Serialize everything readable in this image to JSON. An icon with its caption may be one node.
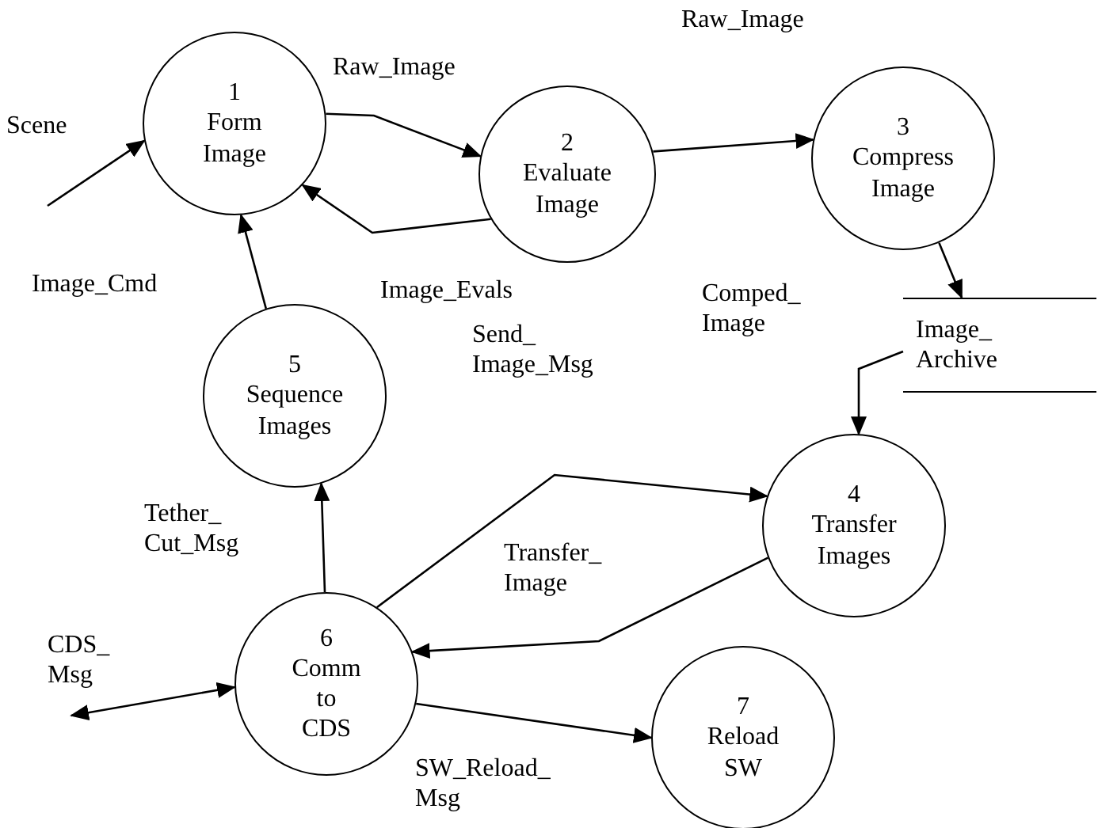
{
  "diagram": {
    "nodes": [
      {
        "text": [
          "1",
          "Form Image"
        ]
      },
      {
        "text": [
          "2",
          "Evaluate Image"
        ]
      },
      {
        "text": [
          "3",
          "Compress Image"
        ]
      },
      {
        "text": [
          "Image_ Archive"
        ]
      },
      {
        "text": [
          "4",
          "Transfer Images"
        ]
      },
      {
        "text": [
          "5",
          "Sequence Images"
        ]
      },
      {
        "text": [
          "6",
          "Comm to CDS"
        ]
      },
      {
        "text": [
          "7",
          "Reload SW"
        ]
      }
    ],
    "edges": [
      {
        "from": null,
        "to": 0,
        "arrow": "to",
        "label": "Scene"
      },
      {
        "from": 0,
        "to": 1,
        "arrow": "to",
        "label": "Raw_Image"
      },
      {
        "from": 1,
        "to": 0,
        "arrow": "to",
        "label": "Image_Evals"
      },
      {
        "from": 1,
        "to": 2,
        "arrow": "to",
        "label": "Raw_Image"
      },
      {
        "from": 2,
        "to": 3,
        "arrow": "to"
      },
      {
        "from": 3,
        "to": 4,
        "arrow": "to",
        "label": "Comped_ Image"
      },
      {
        "from": 5,
        "to": 0,
        "arrow": "to",
        "label": "Image_Cmd"
      },
      {
        "from": 6,
        "to": 5,
        "arrow": "to",
        "label": "Tether_ Cut_Msg"
      },
      {
        "from": 6,
        "to": 4,
        "arrow": "to",
        "label": "Send_ Image_Msg"
      },
      {
        "from": 4,
        "to": 6,
        "arrow": "to",
        "label": "Transfer_ Image"
      },
      {
        "from": null,
        "to": 6,
        "arrow": "both",
        "label": "CDS_ Msg"
      },
      {
        "from": 6,
        "to": 7,
        "arrow": "to",
        "label": "SW_Reload_ Msg"
      }
    ]
  }
}
